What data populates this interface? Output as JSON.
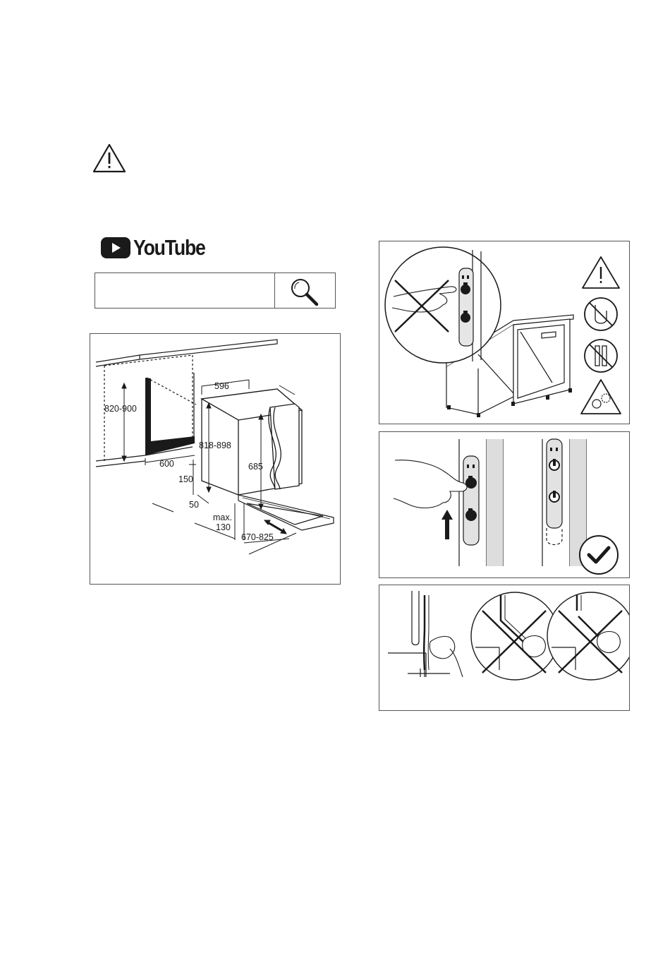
{
  "youtube": {
    "brand_text": "YouTube"
  },
  "search": {
    "query": ""
  },
  "dimensions": {
    "height_cabinet": "820-900",
    "width_top": "596",
    "niche_width": "600",
    "appliance_height": "818-898",
    "door_height": "685",
    "plinth_height": "150",
    "plinth_depth": "50",
    "plinth_max_label": "max.",
    "plinth_max_value": "130",
    "door_depth": "670-825"
  },
  "icons": {
    "warning": "warning-triangle-icon",
    "search": "magnifier-icon",
    "youtube": "youtube-play-icon",
    "no_touch": "no-touch-icon",
    "no_pull_hose": "no-pull-icon",
    "caution_hand": "hand-hazard-icon",
    "ok": "check-icon",
    "cross": "cross-icon"
  }
}
